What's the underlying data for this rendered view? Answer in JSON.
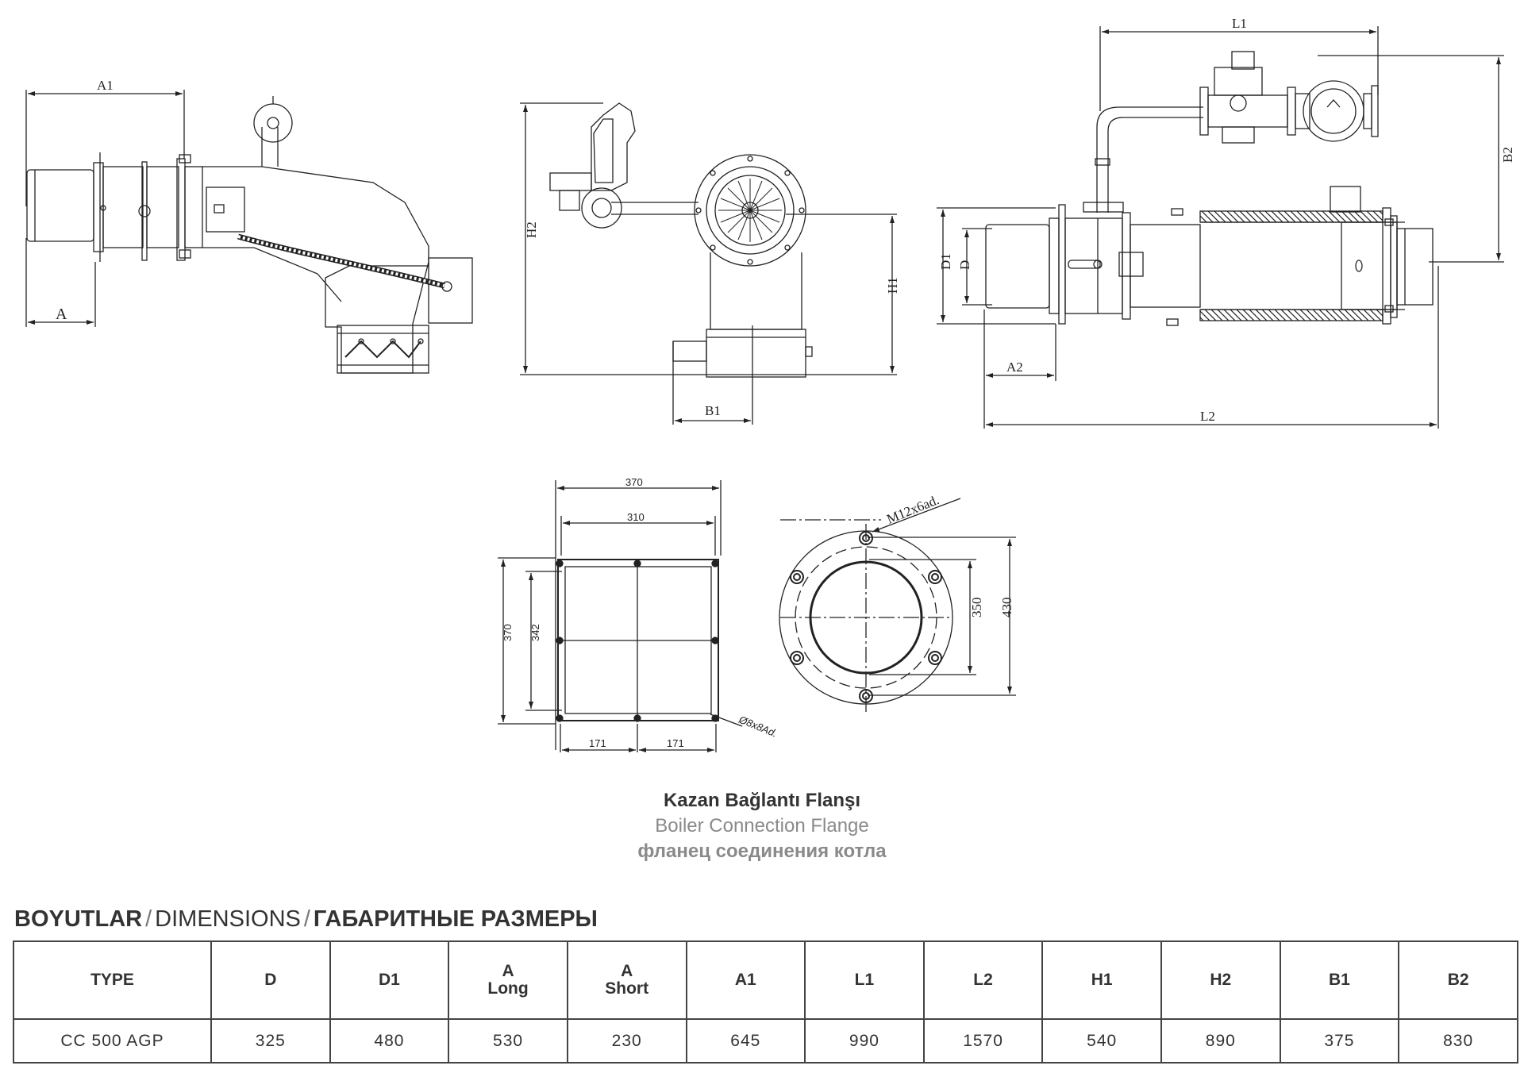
{
  "drawing": {
    "labels": {
      "a1": "A1",
      "a": "A",
      "h2": "H2",
      "h1": "H1",
      "b1": "B1",
      "l1": "L1",
      "l2": "L2",
      "b2": "B2",
      "d1": "D1",
      "d": "D",
      "a2": "A2"
    },
    "square_flange": {
      "outer_width": "370",
      "inner_width": "310",
      "outer_height": "370",
      "inner_height": "342",
      "half_left": "171",
      "half_right": "171",
      "holes": "Ø8x8Ad."
    },
    "round_flange": {
      "holes": "M12x6ad.",
      "inner": "350",
      "outer": "430"
    }
  },
  "caption": {
    "tr": "Kazan Bağlantı Flanşı",
    "en": "Boiler Connection Flange",
    "ru": "фланец соединения котла"
  },
  "section": {
    "tr": "BOYUTLAR",
    "en": "DIMENSIONS",
    "ru": "ГАБАРИТНЫЕ РАЗМЕРЫ",
    "separator": "/"
  },
  "table": {
    "headers": [
      "TYPE",
      "D",
      "D1",
      "A\nLong",
      "A\nShort",
      "A1",
      "L1",
      "L2",
      "H1",
      "H2",
      "B1",
      "B2"
    ],
    "rows": [
      [
        "CC 500 AGP",
        "325",
        "480",
        "530",
        "230",
        "645",
        "990",
        "1570",
        "540",
        "890",
        "375",
        "830"
      ]
    ]
  }
}
